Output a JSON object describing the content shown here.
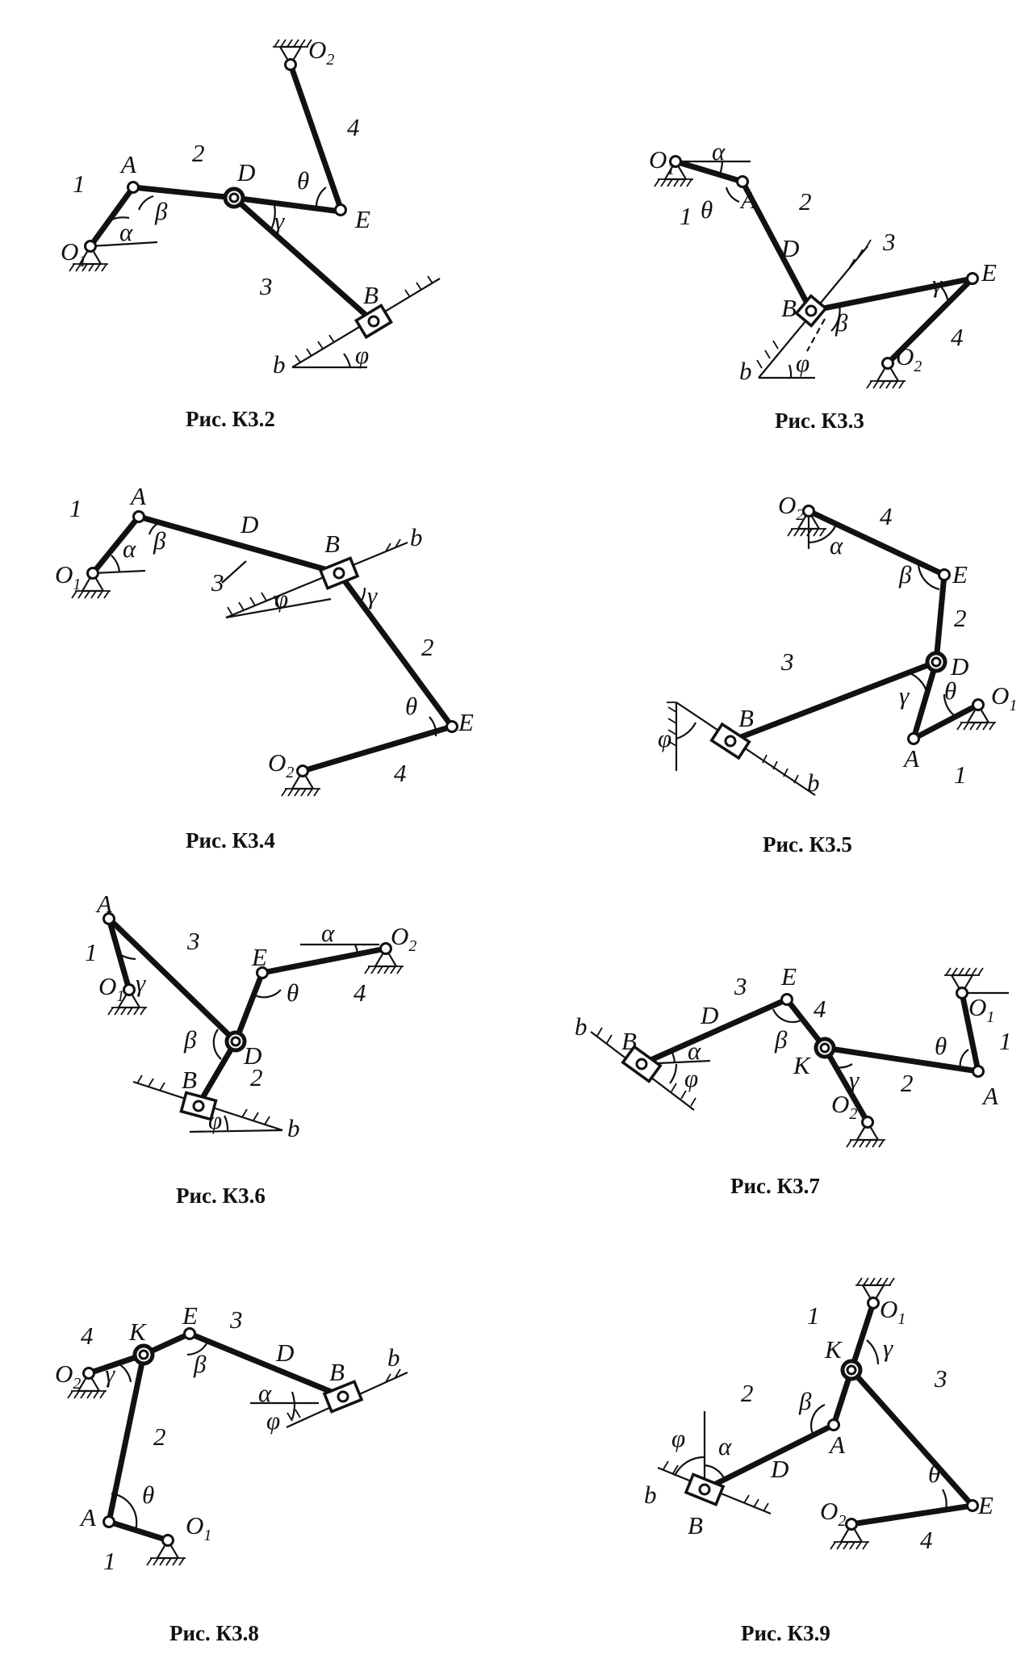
{
  "figures": [
    {
      "id": "k32",
      "caption": "Рис. К3.2",
      "labels": [
        "O",
        "2",
        "4",
        "A",
        "2",
        "D",
        "1",
        "β",
        "θ",
        "E",
        "O",
        "1",
        "α",
        "γ",
        "3",
        "B",
        "b",
        "φ"
      ]
    },
    {
      "id": "k33",
      "caption": "Рис. К3.3",
      "labels": [
        "O",
        "1",
        "α",
        "A",
        "1",
        "θ",
        "2",
        "D",
        "3",
        "E",
        "B",
        "β",
        "γ",
        "4",
        "b",
        "φ",
        "O",
        "2"
      ]
    },
    {
      "id": "k34",
      "caption": "Рис. К3.4",
      "labels": [
        "A",
        "1",
        "D",
        "B",
        "b",
        "O",
        "1",
        "α",
        "β",
        "3",
        "φ",
        "γ",
        "2",
        "θ",
        "E",
        "O",
        "2",
        "4"
      ]
    },
    {
      "id": "k35",
      "caption": "Рис. К3.5",
      "labels": [
        "O",
        "2",
        "4",
        "α",
        "β",
        "E",
        "2",
        "3",
        "D",
        "γ",
        "θ",
        "O",
        "1",
        "B",
        "φ",
        "b",
        "A",
        "1"
      ]
    },
    {
      "id": "k36",
      "caption": "Рис. К3.6",
      "labels": [
        "A",
        "1",
        "3",
        "O",
        "1",
        "γ",
        "E",
        "α",
        "O",
        "2",
        "θ",
        "4",
        "β",
        "D",
        "B",
        "2",
        "φ",
        "b"
      ]
    },
    {
      "id": "k37",
      "caption": "Рис. К3.7",
      "labels": [
        "3",
        "E",
        "D",
        "4",
        "O",
        "1",
        "b",
        "B",
        "α",
        "β",
        "θ",
        "1",
        "φ",
        "K",
        "γ",
        "2",
        "A",
        "O",
        "2"
      ]
    },
    {
      "id": "k38",
      "caption": "Рис. К3.8",
      "labels": [
        "E",
        "3",
        "4",
        "K",
        "D",
        "b",
        "O",
        "2",
        "γ",
        "β",
        "α",
        "B",
        "φ",
        "2",
        "θ",
        "A",
        "O",
        "1",
        "1"
      ]
    },
    {
      "id": "k39",
      "caption": "Рис. К3.9",
      "labels": [
        "O",
        "1",
        "1",
        "K",
        "γ",
        "3",
        "2",
        "β",
        "φ",
        "α",
        "A",
        "D",
        "θ",
        "b",
        "B",
        "O",
        "2",
        "E",
        "4"
      ]
    }
  ]
}
